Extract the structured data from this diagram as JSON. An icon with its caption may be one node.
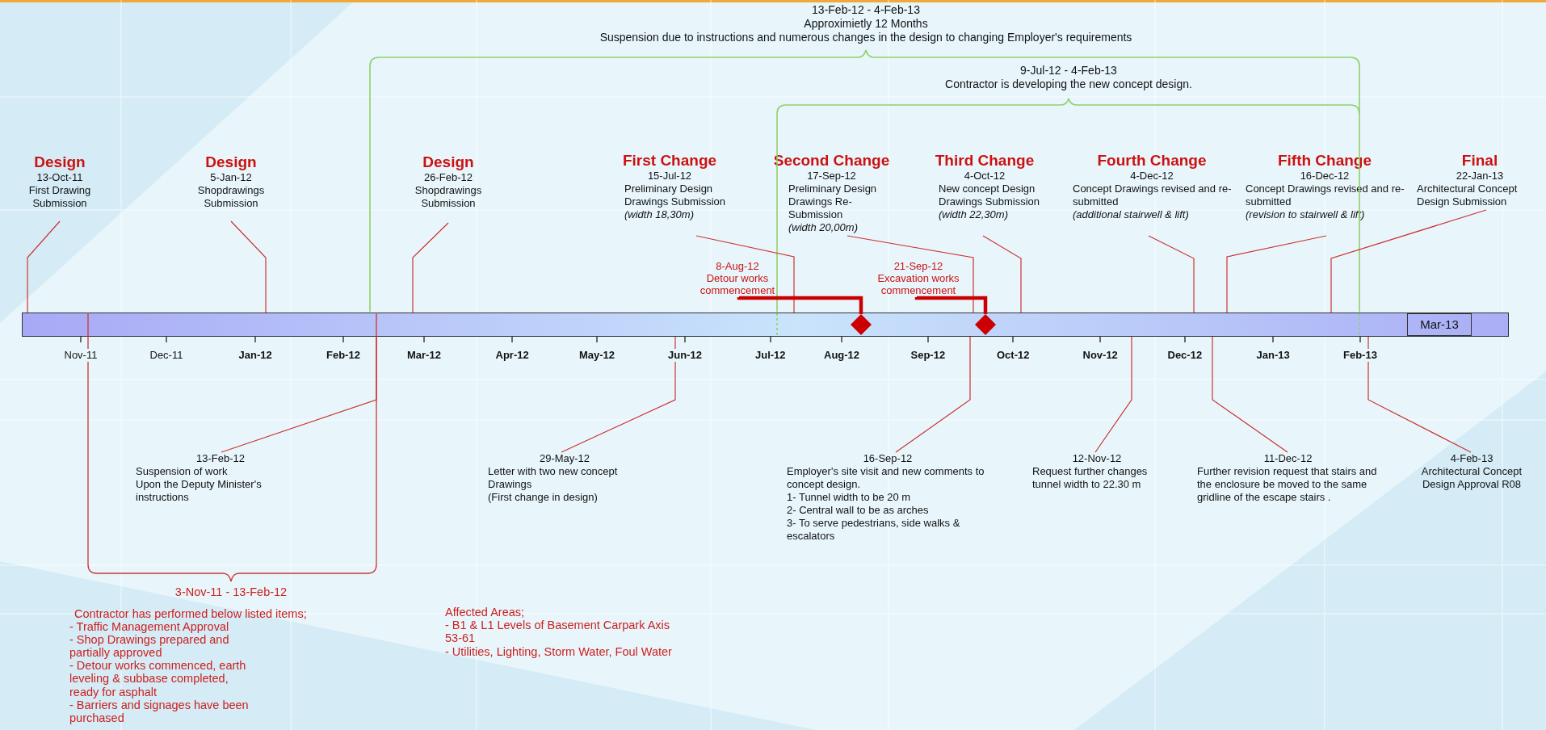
{
  "diagram": {
    "nodes": [
      {
        "text": [
          "Design",
          "13-Oct-11",
          "First Drawing Submission"
        ]
      },
      {
        "text": [
          "Design",
          "5-Jan-12",
          "Shopdrawings Submission"
        ]
      },
      {
        "text": [
          "Design",
          "26-Feb-12",
          "Shopdrawings Submission"
        ]
      },
      {
        "text": [
          "First Change",
          "15-Jul-12",
          "Preliminary Design Drawings Submission *(width 18,30m)*"
        ]
      },
      {
        "text": [
          "Second Change",
          "17-Sep-12",
          "Preliminary Design Drawings Re-Submission *(width 20,00m)*"
        ]
      },
      {
        "text": [
          "Third Change",
          "4-Oct-12",
          "New concept Design Drawings Submission *(width 22,30m)*"
        ]
      },
      {
        "text": [
          "Fourth Change",
          "4-Dec-12",
          "Concept Drawings revised and re-submitted *(additional stairwell & lift)*"
        ]
      },
      {
        "text": [
          "Fifth Change",
          "16-Dec-12",
          "Concept Drawings revised and re-submitted *(revision to stairwell & lift)*"
        ]
      },
      {
        "text": [
          "Final",
          "22-Jan-13",
          "Architectural Concept Design Submission"
        ]
      },
      {
        "text": [
          "8-Aug-12",
          "Detour works commencement"
        ]
      },
      {
        "text": [
          "21-Sep-12",
          "Excavation works commencement"
        ]
      },
      {
        "text": [],
        "shape": "bar"
      },
      {
        "text": [],
        "shape": "diamond",
        "in": 11
      },
      {
        "text": [],
        "shape": "diamond",
        "in": 11
      },
      {
        "text": [
          "13-Feb-12",
          "Suspension of work",
          "Upon the Deputy Minister's instructions"
        ]
      },
      {
        "text": [
          "29-May-12",
          "Letter with two new concept Drawings",
          "(First change in design)"
        ]
      },
      {
        "text": [
          "16-Sep-12",
          "Employer's site visit and new comments to concept design.",
          "1- Tunnel width to be 20 m",
          "2- Central wall to be as arches",
          "3- To serve pedestrians, side walks & escalators"
        ]
      },
      {
        "text": [
          "12-Nov-12",
          "Request further changes tunnel width to 22.30 m"
        ]
      },
      {
        "text": [
          "11-Dec-12",
          "Further revision request that stairs and the enclosure be moved to the same gridline of the escape stairs ."
        ]
      },
      {
        "text": [
          "4-Feb-13",
          "Architectural Concept Design Approval R08"
        ]
      }
    ],
    "edges": [
      {
        "from": 0,
        "to": 11,
        "arrow": "none"
      },
      {
        "from": 1,
        "to": 11,
        "arrow": "none"
      },
      {
        "from": 2,
        "to": 11,
        "arrow": "none"
      },
      {
        "from": 3,
        "to": 11,
        "arrow": "none"
      },
      {
        "from": 4,
        "to": 11,
        "arrow": "none"
      },
      {
        "from": 5,
        "to": 11,
        "arrow": "none"
      },
      {
        "from": 6,
        "to": 11,
        "arrow": "none"
      },
      {
        "from": 7,
        "to": 11,
        "arrow": "none"
      },
      {
        "from": 8,
        "to": 11,
        "arrow": "none"
      },
      {
        "from": 9,
        "to": 12,
        "arrow": "none",
        "style": "thick",
        "color": "#cc0000"
      },
      {
        "from": 10,
        "to": 13,
        "arrow": "none",
        "style": "thick",
        "color": "#cc0000"
      },
      {
        "from": 14,
        "to": 11,
        "arrow": "none"
      },
      {
        "from": 15,
        "to": 11,
        "arrow": "none"
      },
      {
        "from": 16,
        "to": 11,
        "arrow": "none"
      },
      {
        "from": 17,
        "to": 11,
        "arrow": "none"
      },
      {
        "from": 18,
        "to": 11,
        "arrow": "none"
      },
      {
        "from": 19,
        "to": 11,
        "arrow": "none"
      }
    ],
    "labels": [
      "13-Feb-12 - 4-Feb-13",
      "Approximietly 12 Months",
      "Suspension due to instructions and numerous changes in the design to changing Employer's requirements",
      "9-Jul-12 - 4-Feb-13",
      "Contractor is developing the new concept design.",
      "Mar-13",
      "Nov-11",
      "Dec-11",
      "Jan-12",
      "Feb-12",
      "Mar-12",
      "Apr-12",
      "May-12",
      "Jun-12",
      "Jul-12",
      "Aug-12",
      "Sep-12",
      "Oct-12",
      "Nov-12",
      "Dec-12",
      "Jan-13",
      "Feb-13",
      "3-Nov-11 - 13-Feb-12",
      "Contractor has performed below listed items;",
      "- Traffic Management Approval",
      "- Shop Drawings prepared and partially approved",
      "- Detour works commenced, earth leveling & subbase completed, ready for asphalt",
      "- Barriers and signages have been purchased",
      "Affected Areas;",
      "- B1 & L1 Levels of Basement Carpark Axis 53-61",
      "- Utilities, Lighting, Storm Water, Foul Water"
    ]
  }
}
